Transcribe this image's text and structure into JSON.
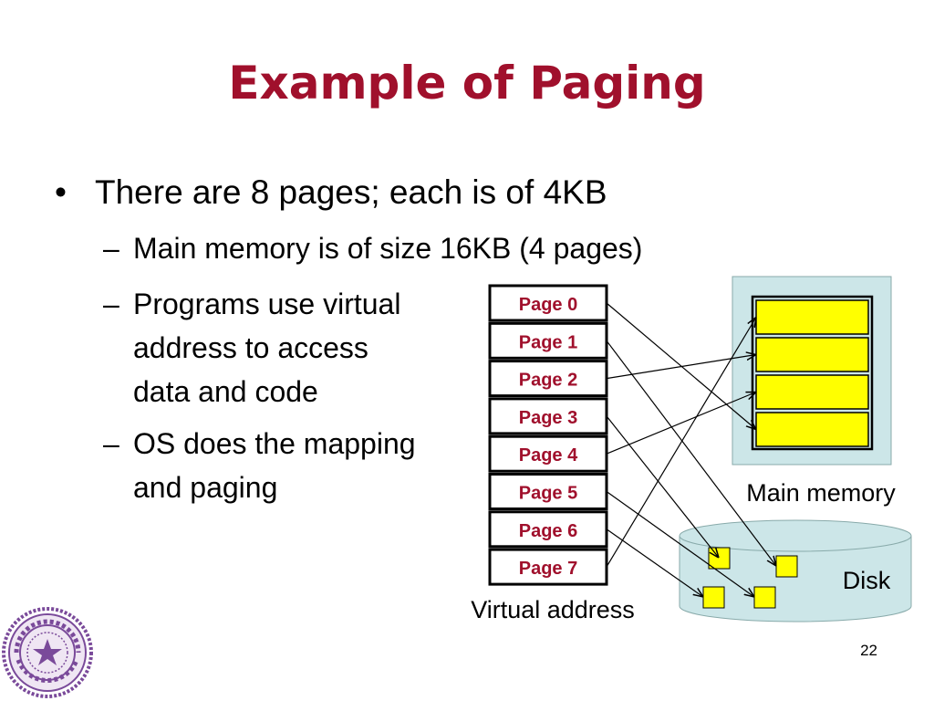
{
  "slide": {
    "title": "Example of Paging",
    "bullet": "There are 8 pages; each is of 4KB",
    "bullet_marker": "•",
    "sub_marker": "–",
    "subs": [
      {
        "lines": [
          "Main memory is of size 16KB (4 pages)"
        ]
      },
      {
        "lines": [
          "Programs use virtual",
          "address to access",
          "data and code"
        ]
      },
      {
        "lines": [
          "OS does the mapping",
          "and paging"
        ]
      }
    ],
    "page_number": "22"
  },
  "diagram": {
    "pages": [
      "Page 0",
      "Page 1",
      "Page 2",
      "Page 3",
      "Page 4",
      "Page 5",
      "Page 6",
      "Page 7"
    ],
    "virtual_label": "Virtual address",
    "memory_label": "Main memory",
    "disk_label": "Disk",
    "frame_count": 4,
    "disk_block_count": 4,
    "colors": {
      "title": "#a0102c",
      "page_text": "#a0102c",
      "frame_fill": "#ffff00",
      "memory_panel": "#cce6e8",
      "disk_fill": "#cce6e8",
      "logo": "#7a4a9a"
    }
  }
}
